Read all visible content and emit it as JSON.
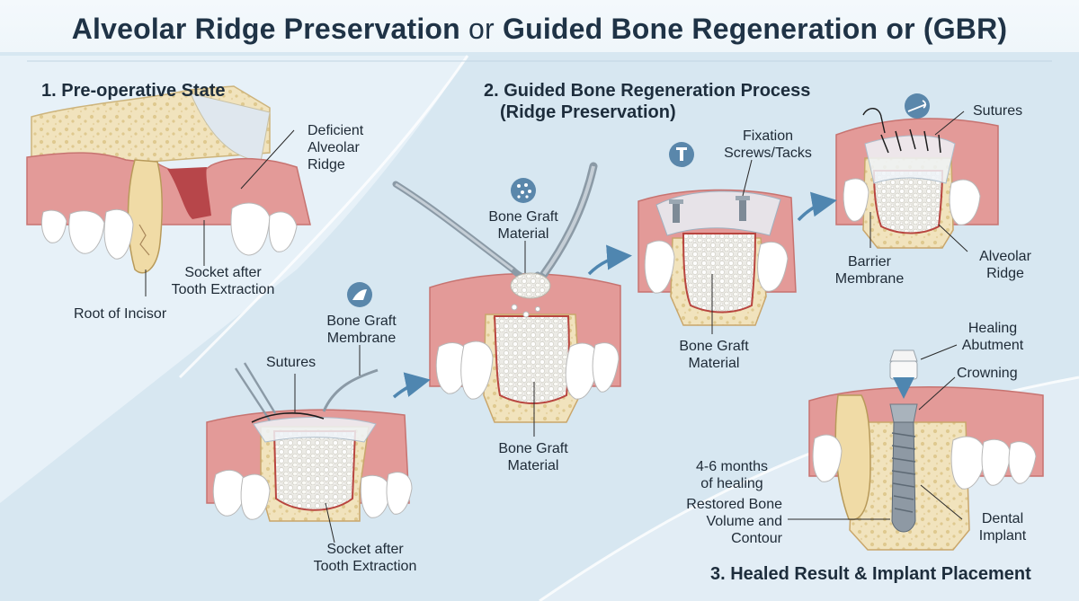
{
  "title": {
    "part1": "Alveolar Ridge Preservation",
    "or1": "or",
    "part2": "Guided Bone Regeneration or (GBR)"
  },
  "sections": {
    "s1": "1. Pre-operative State",
    "s2_line1": "2. Guided Bone Regeneration Process",
    "s2_line2": "(Ridge Preservation)",
    "s3": "3. Healed Result & Implant Placement"
  },
  "labels": {
    "deficient_ridge": [
      "Deficient",
      "Alveolar",
      "Ridge"
    ],
    "socket_after_1": [
      "Socket after",
      "Tooth Extraction"
    ],
    "root_of_incisor": "Root of Incisor",
    "bone_graft_membrane": [
      "Bone Graft",
      "Membrane"
    ],
    "sutures_1": "Sutures",
    "socket_after_2": [
      "Socket after",
      "Tooth Extraction"
    ],
    "bone_graft_material_top": [
      "Bone Graft",
      "Material"
    ],
    "bone_graft_material_bottom": [
      "Bone Graft",
      "Material"
    ],
    "fixation_screws": [
      "Fixation",
      "Screws/Tacks"
    ],
    "bone_graft_material_3": [
      "Bone Graft",
      "Material"
    ],
    "sutures_2": "Sutures",
    "barrier_membrane": [
      "Barrier",
      "Membrane"
    ],
    "alveolar_ridge": [
      "Alveolar",
      "Ridge"
    ],
    "healing_abutment": [
      "Healing",
      "Abutment"
    ],
    "crowning": "Crowning",
    "healing_time": [
      "4-6 months",
      "of healing"
    ],
    "restored_bone": [
      "Restored Bone",
      "Volume and",
      "Contour"
    ],
    "dental_implant": [
      "Dental",
      "Implant"
    ]
  },
  "icons": [
    "bone-graft-particles-icon",
    "membrane-icon",
    "fixation-screw-icon",
    "suture-needle-icon"
  ],
  "colors": {
    "title": "#1f3346",
    "gum": "#e39a98",
    "bone": "#f1e3bd",
    "tooth": "#ffffff",
    "icon_badge": "#5a87ab",
    "arrow": "#4f86b0"
  }
}
